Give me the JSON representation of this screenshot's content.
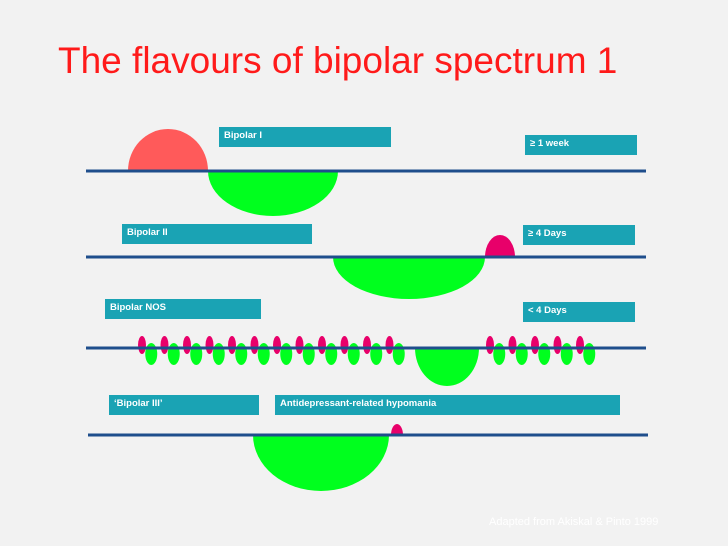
{
  "title": "The flavours of bipolar spectrum 1",
  "rows": [
    {
      "type_label": "Bipolar I",
      "duration_label": "≥ 1 week"
    },
    {
      "type_label": "Bipolar II",
      "duration_label": "≥ 4 Days"
    },
    {
      "type_label": "Bipolar NOS",
      "duration_label": "< 4 Days"
    },
    {
      "type_label": "‘Bipolar III’",
      "annotation_label": "Antidepressant-related hypomania"
    }
  ],
  "credit": "Adapted from Akiskal & Pinto 1999",
  "colors": {
    "title": "#ff1a1a",
    "label_bg": "#1aa3b4",
    "baseline": "#1f4e8c",
    "depression": "#00ff1e",
    "mania": "#ff5a5a",
    "hypomania": "#e8006a"
  }
}
